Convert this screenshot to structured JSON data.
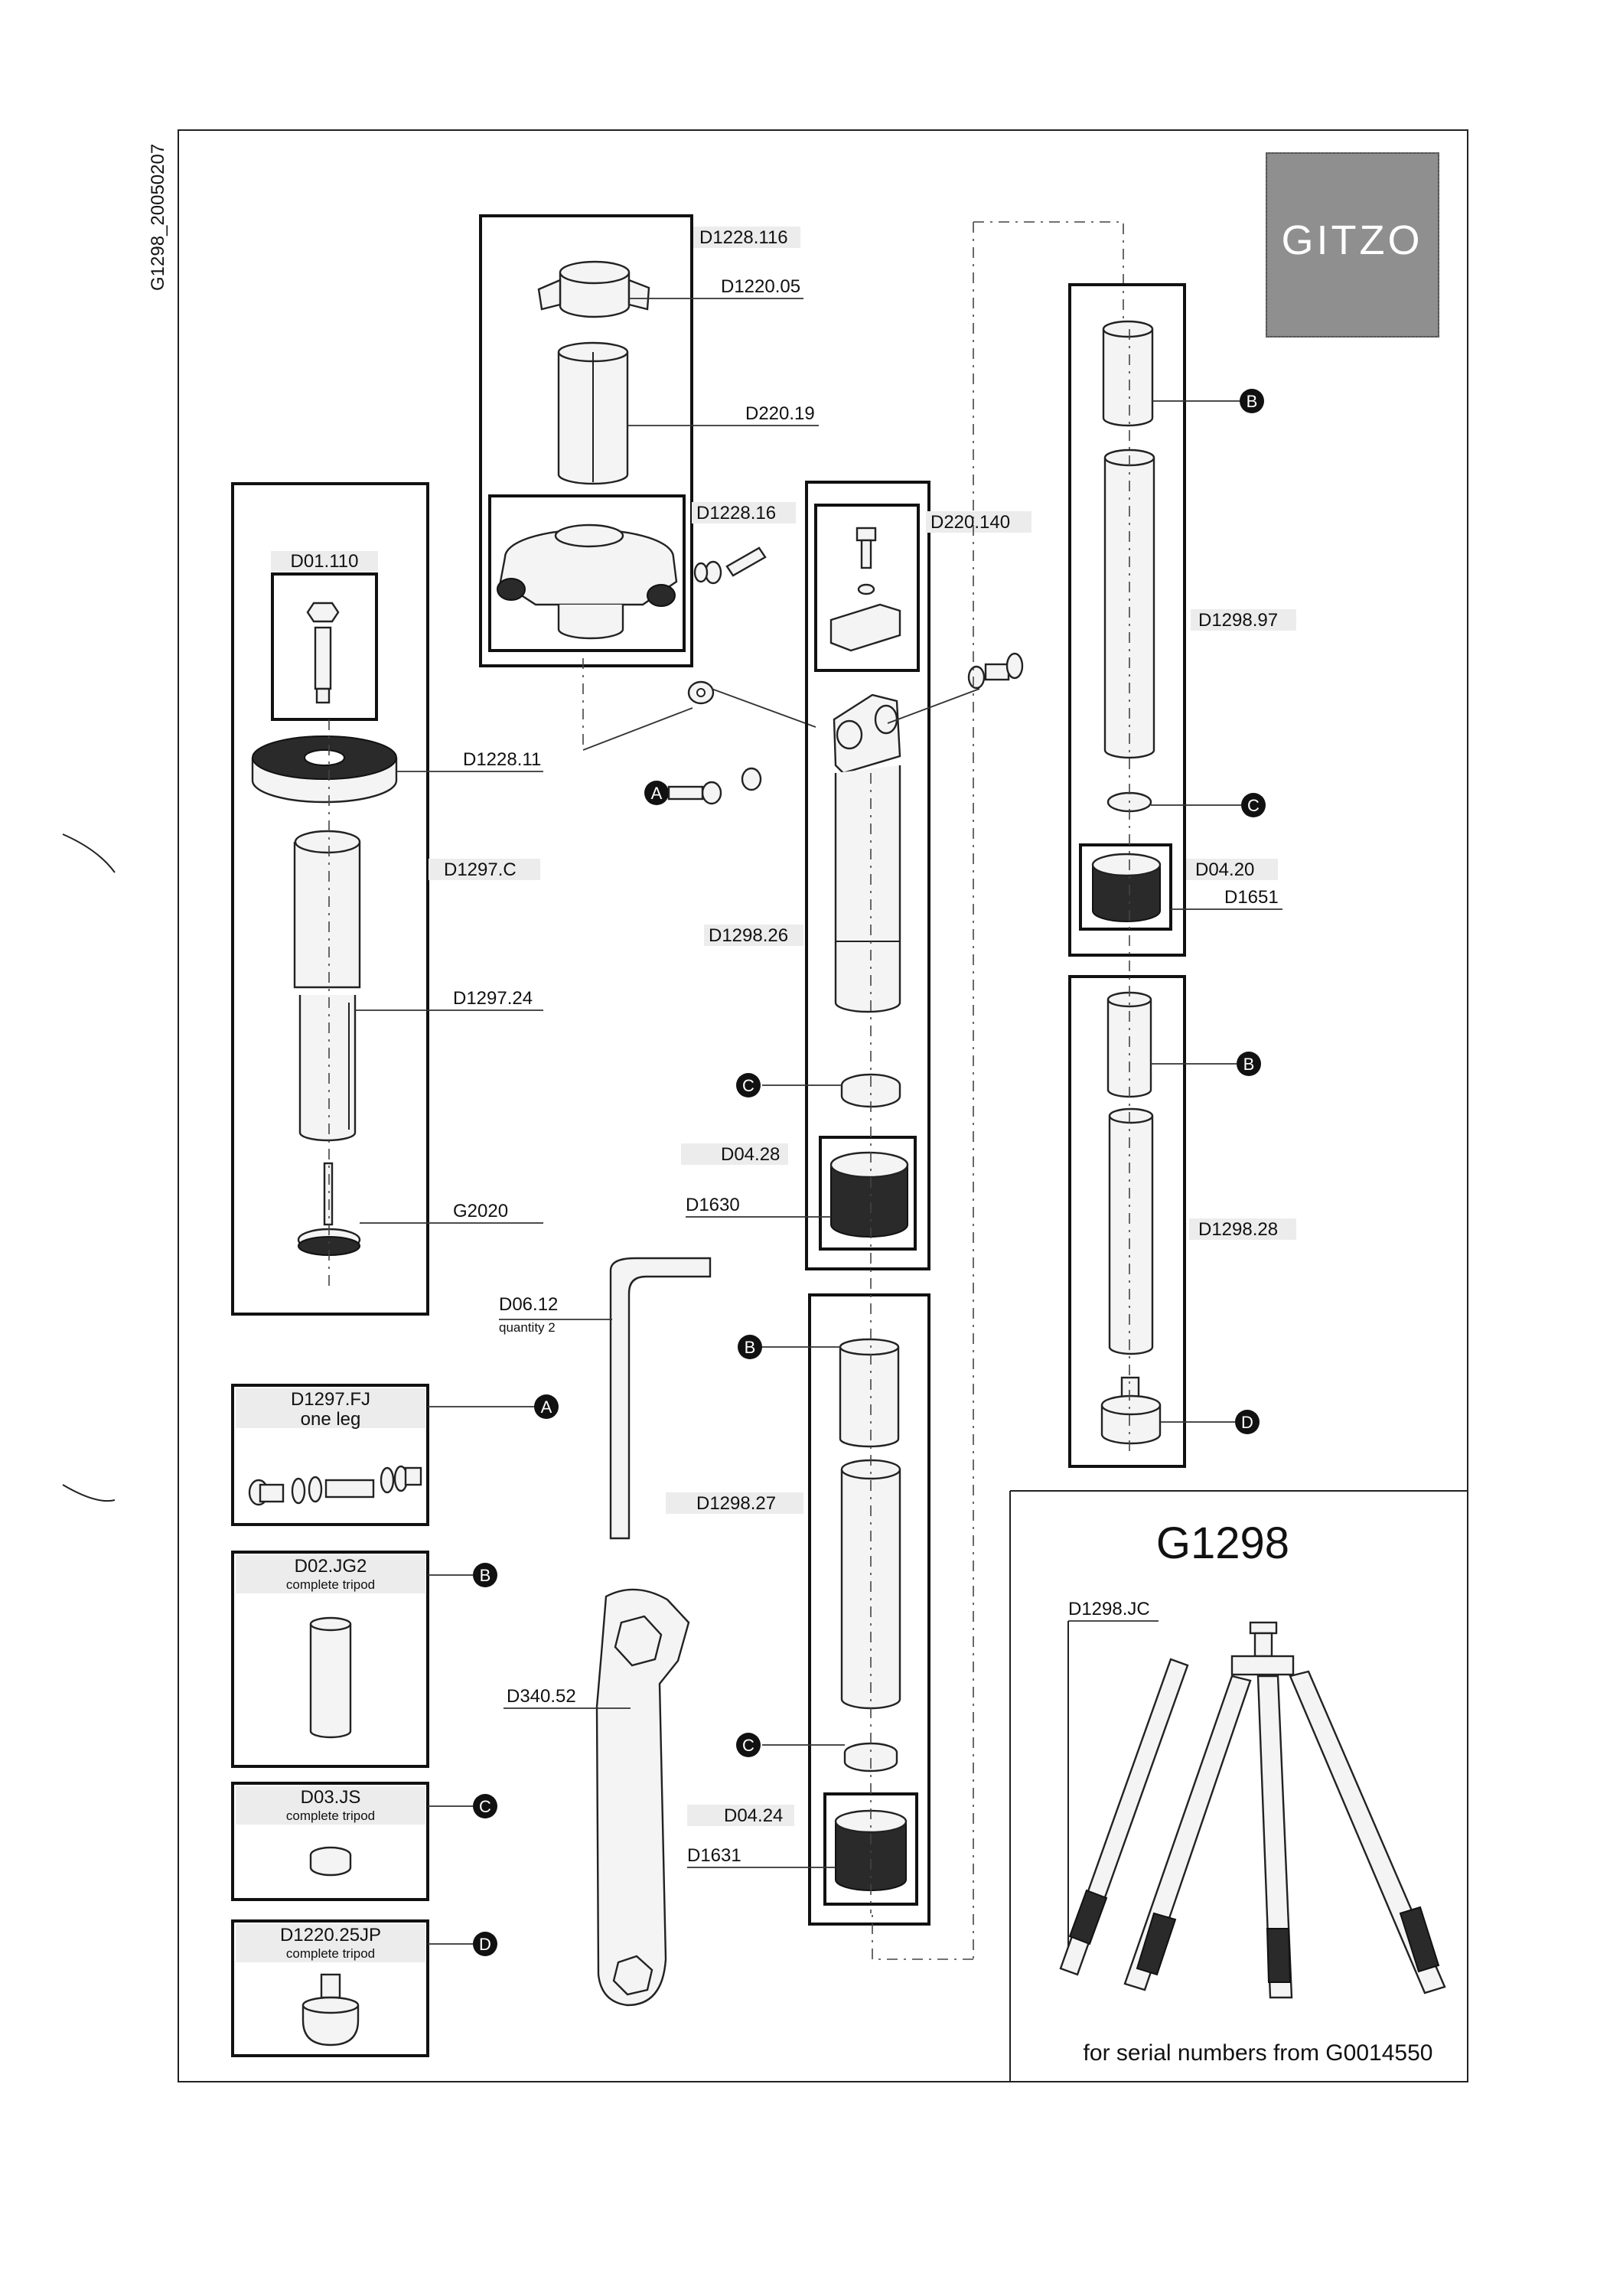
{
  "doc": {
    "ref_code": "G1298_20050207",
    "brand": "GITZO",
    "model": "G1298",
    "footer": "for serial numbers from G0014550"
  },
  "parts": {
    "p1": "D1228.116",
    "p2": "D1220.05",
    "p3": "D220.19",
    "p4": "D1228.16",
    "p5": "D220.140",
    "p6": "D01.110",
    "p7": "D1228.11",
    "p8": "D1297.C",
    "p9": "D1297.24",
    "p10": "G2020",
    "p11": "D1298.26",
    "p12": "D04.28",
    "p13": "D1630",
    "p14": "D06.12",
    "p14_note": "quantity 2",
    "p15": "D1298.27",
    "p16": "D340.52",
    "p17": "D04.24",
    "p18": "D1631",
    "p19": "D1298.97",
    "p20": "D04.20",
    "p21": "D1651",
    "p22": "D1298.28",
    "p23": "D1298.JC"
  },
  "kits": [
    {
      "code": "D1297.FJ",
      "note": "one leg",
      "marker": "A"
    },
    {
      "code": "D02.JG2",
      "note": "complete tripod",
      "marker": "B"
    },
    {
      "code": "D03.JS",
      "note": "complete tripod",
      "marker": "C"
    },
    {
      "code": "D1220.25JP",
      "note": "complete tripod",
      "marker": "D"
    }
  ],
  "markers": {
    "a": "A",
    "b": "B",
    "c": "C",
    "d": "D"
  }
}
